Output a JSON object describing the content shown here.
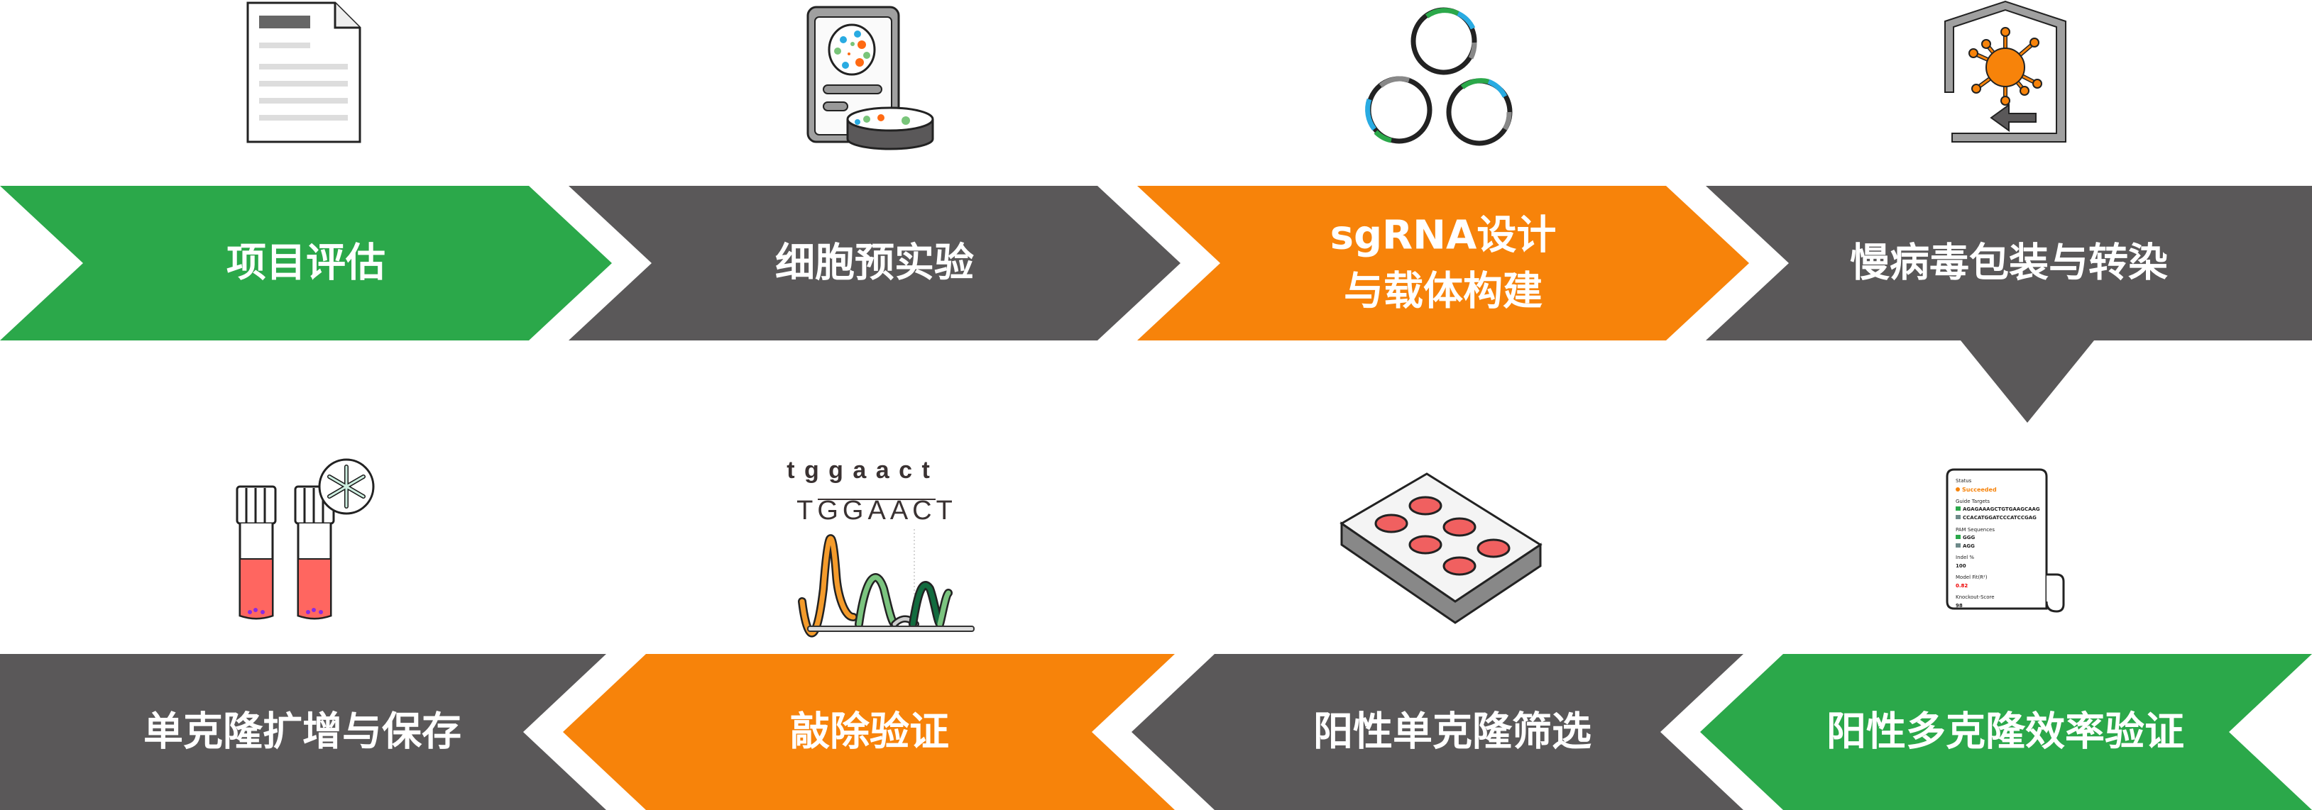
{
  "colors": {
    "green": "#2ba84a",
    "gray": "#5a5859",
    "orange": "#f7830a"
  },
  "steps": [
    {
      "label": "项目评估",
      "color": "green",
      "icon": "document-icon"
    },
    {
      "label": "细胞预实验",
      "color": "gray",
      "icon": "cell-culture-icon"
    },
    {
      "label_line1": "sgRNA设计",
      "label_line2": "与载体构建",
      "color": "orange",
      "icon": "plasmid-icon"
    },
    {
      "label": "慢病毒包装与转染",
      "color": "gray",
      "icon": "lentivirus-icon"
    },
    {
      "label": "阳性多克隆效率验证",
      "color": "green",
      "icon": "report-icon"
    },
    {
      "label": "阳性单克隆筛选",
      "color": "gray",
      "icon": "well-plate-icon"
    },
    {
      "label": "敲除验证",
      "color": "orange",
      "icon": "chromatogram-icon"
    },
    {
      "label": "单克隆扩增与保存",
      "color": "gray",
      "icon": "cryovial-icon"
    }
  ],
  "chromatogram": {
    "reference": "t g g a a c t",
    "read": "TGGAACT"
  },
  "report": {
    "status_label": "Status",
    "status_value": "Succeeded",
    "guide_label": "Guide Targets",
    "guide_1": "AGAGAAAGCTGTGAAGCAAG",
    "guide_2": "CCACATGGATCCCATCCGAG",
    "pam_label": "PAM Sequences",
    "pam_1": "GGG",
    "pam_2": "AGG",
    "indel_label": "Indel %",
    "indel_value": "100",
    "model_label": "Model Fit(R²)",
    "model_value": "0.82",
    "ko_label": "Knockout-Score",
    "ko_value": "98"
  }
}
